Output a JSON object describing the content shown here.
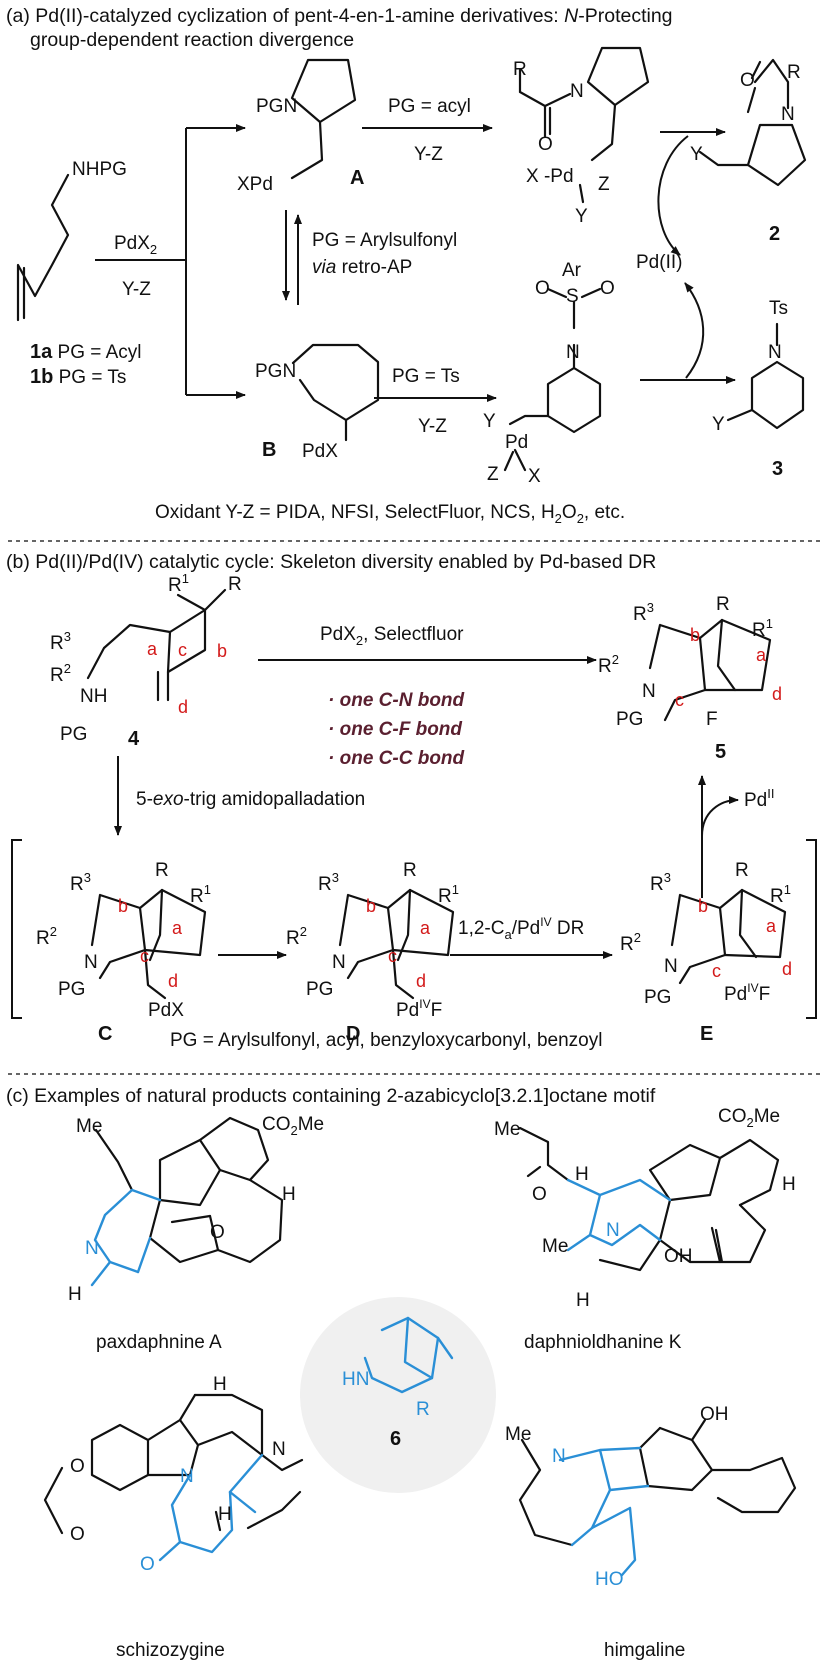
{
  "section_a": {
    "heading_pre": "(a) Pd(II)-catalyzed cyclization of pent-4-en-1-amine derivatives: ",
    "heading_em": "N",
    "heading_post": "-Protecting",
    "heading_line2": "group-dependent reaction divergence",
    "substrate_label": "NHPG",
    "reagent_top": "PdX",
    "reagent_top_sub": "2",
    "reagent_bottom": "Y-Z",
    "cmpd_1a_num": "1a",
    "cmpd_1a_text": " PG = Acyl",
    "cmpd_1b_num": "1b",
    "cmpd_1b_text": " PG = Ts",
    "int_A_label": "A",
    "int_B_label": "B",
    "pgn": "PGN",
    "xpd": "XPd",
    "pdx": "PdX",
    "cond_acyl": "PG = acyl",
    "cond_yz": "Y-Z",
    "cond_arylsulfonyl": "PG = Arylsulfonyl",
    "cond_via": "via",
    "cond_retro": " retro-AP",
    "cond_ts": "PG = Ts",
    "pd_ii": "Pd(II)",
    "prod_2": "2",
    "prod_3": "3",
    "oxidant_line": "Oxidant Y-Z = PIDA, NFSI, SelectFluor, NCS, H",
    "oxidant_sub": "2",
    "oxidant_o": "O",
    "oxidant_end": ", etc.",
    "atoms": {
      "R": "R",
      "N": "N",
      "O": "O",
      "X": "X",
      "Y": "Y",
      "Z": "Z",
      "Pd": "Pd",
      "Ar": "Ar",
      "S": "S",
      "Ts": "Ts"
    }
  },
  "section_b": {
    "heading": "(b) Pd(II)/Pd(IV) catalytic cycle: Skeleton diversity enabled by Pd-based DR",
    "reagent": "PdX",
    "reagent_sub": "2",
    "reagent_rest": ", Selectfluor",
    "bond_1": "· one C-N bond",
    "bond_2": "· one C-F bond",
    "bond_3": "· one C-C bond",
    "step_pre": "5-",
    "step_em": "exo",
    "step_post": "-trig amidopalladation",
    "dr_label": "1,2-C",
    "dr_sub": "a",
    "dr_rest": "/Pd",
    "dr_sup": "IV",
    "dr_end": " DR",
    "pd_ii": "Pd",
    "pd_ii_sup": "II",
    "cmpd_4": "4",
    "cmpd_5": "5",
    "int_C": "C",
    "int_D": "D",
    "int_E": "E",
    "pg_line": "PG = Arylsulfonyl, acyl, benzyloxycarbonyl, benzoyl",
    "atoms": {
      "R": "R",
      "R1": "1",
      "R2": "2",
      "R3": "3",
      "NH": "NH",
      "PG": "PG",
      "N": "N",
      "F": "F",
      "PdX": "PdX",
      "PdIV": "Pd",
      "IV": "IV",
      "a": "a",
      "b": "b",
      "c": "c",
      "d": "d"
    }
  },
  "section_c": {
    "heading": "(c) Examples of natural products containing 2-azabicyclo[3.2.1]octane motif",
    "np_1": "paxdaphnine A",
    "np_2": "daphnioldhanine K",
    "np_3": "schizozygine",
    "np_4": "himgaline",
    "core_num": "6",
    "atoms": {
      "Me": "Me",
      "CO2Me": "CO",
      "CO2Me_sub": "2",
      "CO2Me_end": "Me",
      "H": "H",
      "N": "N",
      "O": "O",
      "OH": "OH",
      "HO": "HO",
      "HN": "HN",
      "R": "R"
    }
  },
  "colors": {
    "accent_blue": "#2a8fd6",
    "label_red": "#d31a1a",
    "bond_text": "#5a1f2f",
    "core_circle": "#f0f0f0"
  }
}
